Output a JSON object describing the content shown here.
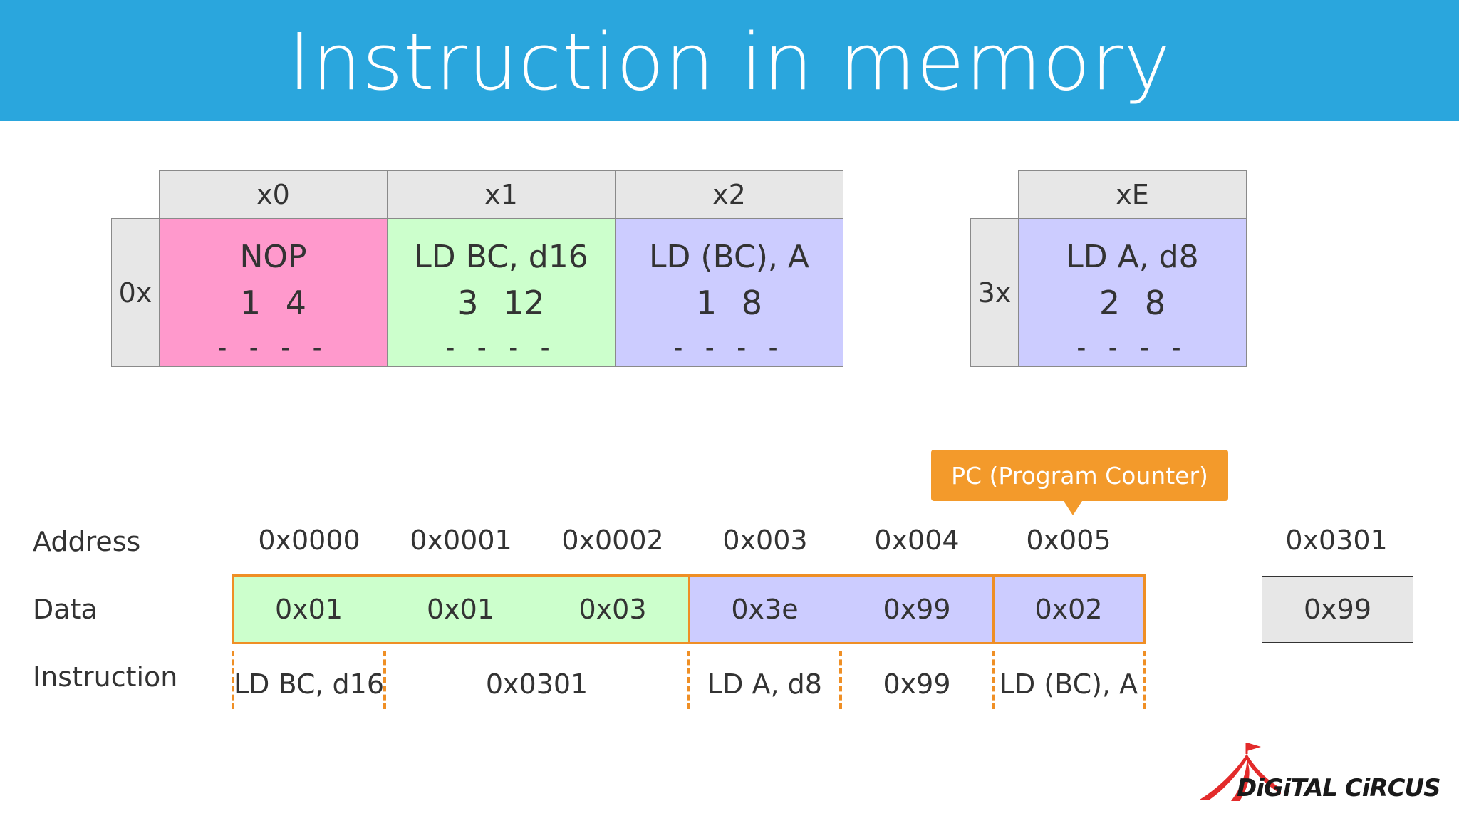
{
  "header": {
    "title": "Instruction in memory"
  },
  "opcode_table": {
    "columns": [
      "x0",
      "x1",
      "x2"
    ],
    "row_label": "0x",
    "cells": [
      {
        "mnemonic": "NOP",
        "cycles": "1 4",
        "flags": "- - - -",
        "color": "#ff99cc"
      },
      {
        "mnemonic": "LD BC, d16",
        "cycles": "3 12",
        "flags": "- - - -",
        "color": "#ccffcc"
      },
      {
        "mnemonic": "LD (BC), A",
        "cycles": "1 8",
        "flags": "- - - -",
        "color": "#ccccff"
      }
    ]
  },
  "opcode_table_2": {
    "column": "xE",
    "row_label": "3x",
    "cell": {
      "mnemonic": "LD A, d8",
      "cycles": "2 8",
      "flags": "- - - -",
      "color": "#ccccff"
    }
  },
  "pc_callout": {
    "label": "PC (Program Counter)",
    "color": "#f39a2b"
  },
  "memory": {
    "row_labels": {
      "address": "Address",
      "data": "Data",
      "instruction": "Instruction"
    },
    "addresses": [
      "0x0000",
      "0x0001",
      "0x0002",
      "0x003",
      "0x004",
      "0x005"
    ],
    "data": [
      "0x01",
      "0x01",
      "0x03",
      "0x3e",
      "0x99",
      "0x02"
    ],
    "instructions": [
      "LD BC, d16",
      "0x0301",
      "LD A, d8",
      "0x99",
      "LD (BC), A"
    ],
    "extra": {
      "address": "0x0301",
      "data": "0x99"
    }
  },
  "brand": {
    "logo_text": "DiGiTAL CiRCUS"
  }
}
